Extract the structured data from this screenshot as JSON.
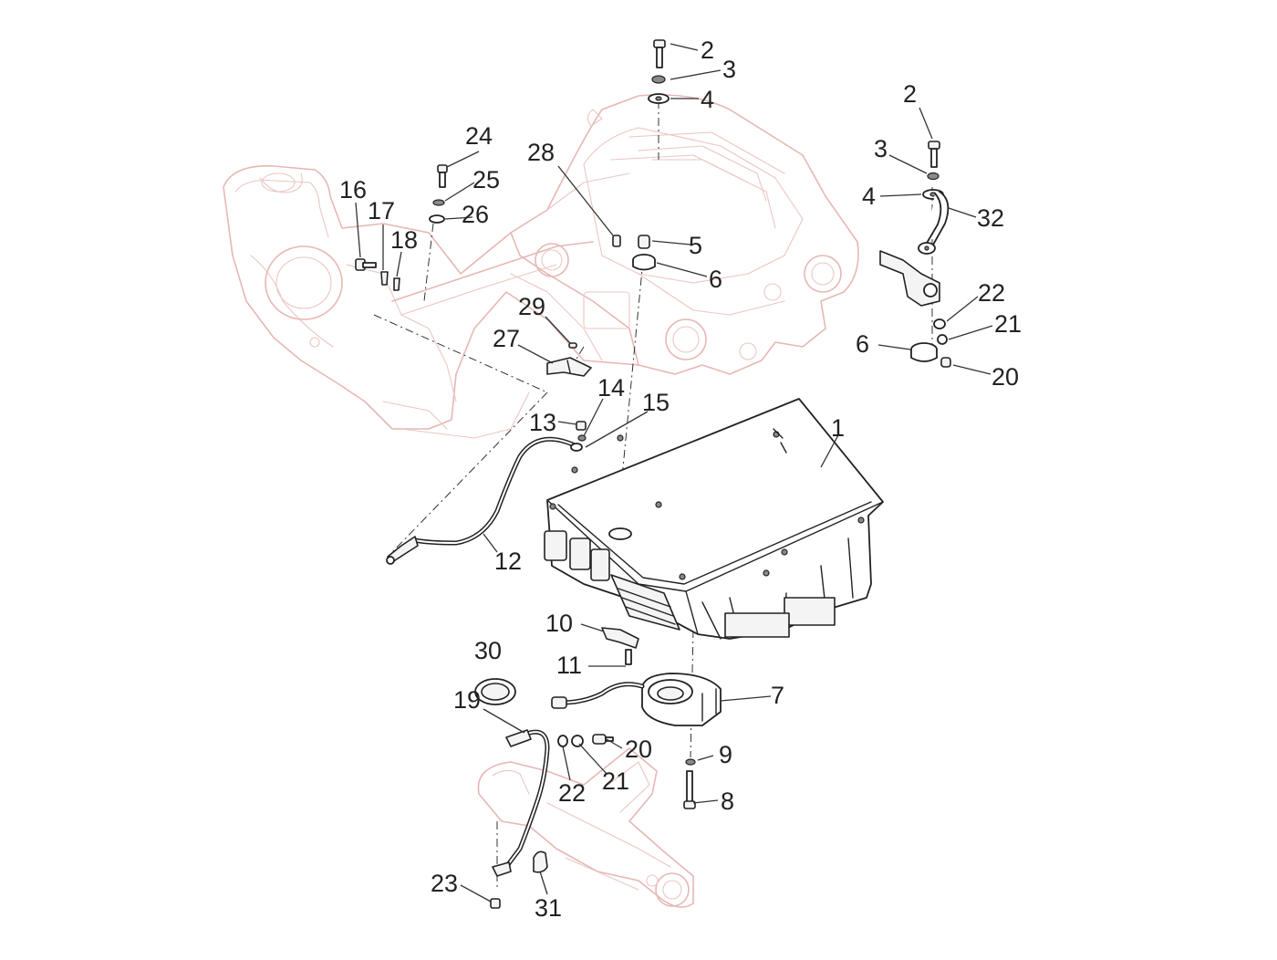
{
  "callouts": [
    "1",
    "2",
    "3",
    "4",
    "5",
    "6",
    "7",
    "8",
    "9",
    "10",
    "11",
    "12",
    "13",
    "14",
    "15",
    "16",
    "17",
    "18",
    "19",
    "20",
    "21",
    "22",
    "23",
    "24",
    "25",
    "26",
    "27",
    "28",
    "29",
    "30",
    "31",
    "32"
  ],
  "repeated_callouts": {
    "2": "2",
    "3": "3",
    "4": "4",
    "6": "6",
    "20": "20",
    "21": "21",
    "22": "22"
  },
  "colors": {
    "frame_outline": "#e6b7b4",
    "part_outline": "#222222",
    "background": "#ffffff"
  }
}
